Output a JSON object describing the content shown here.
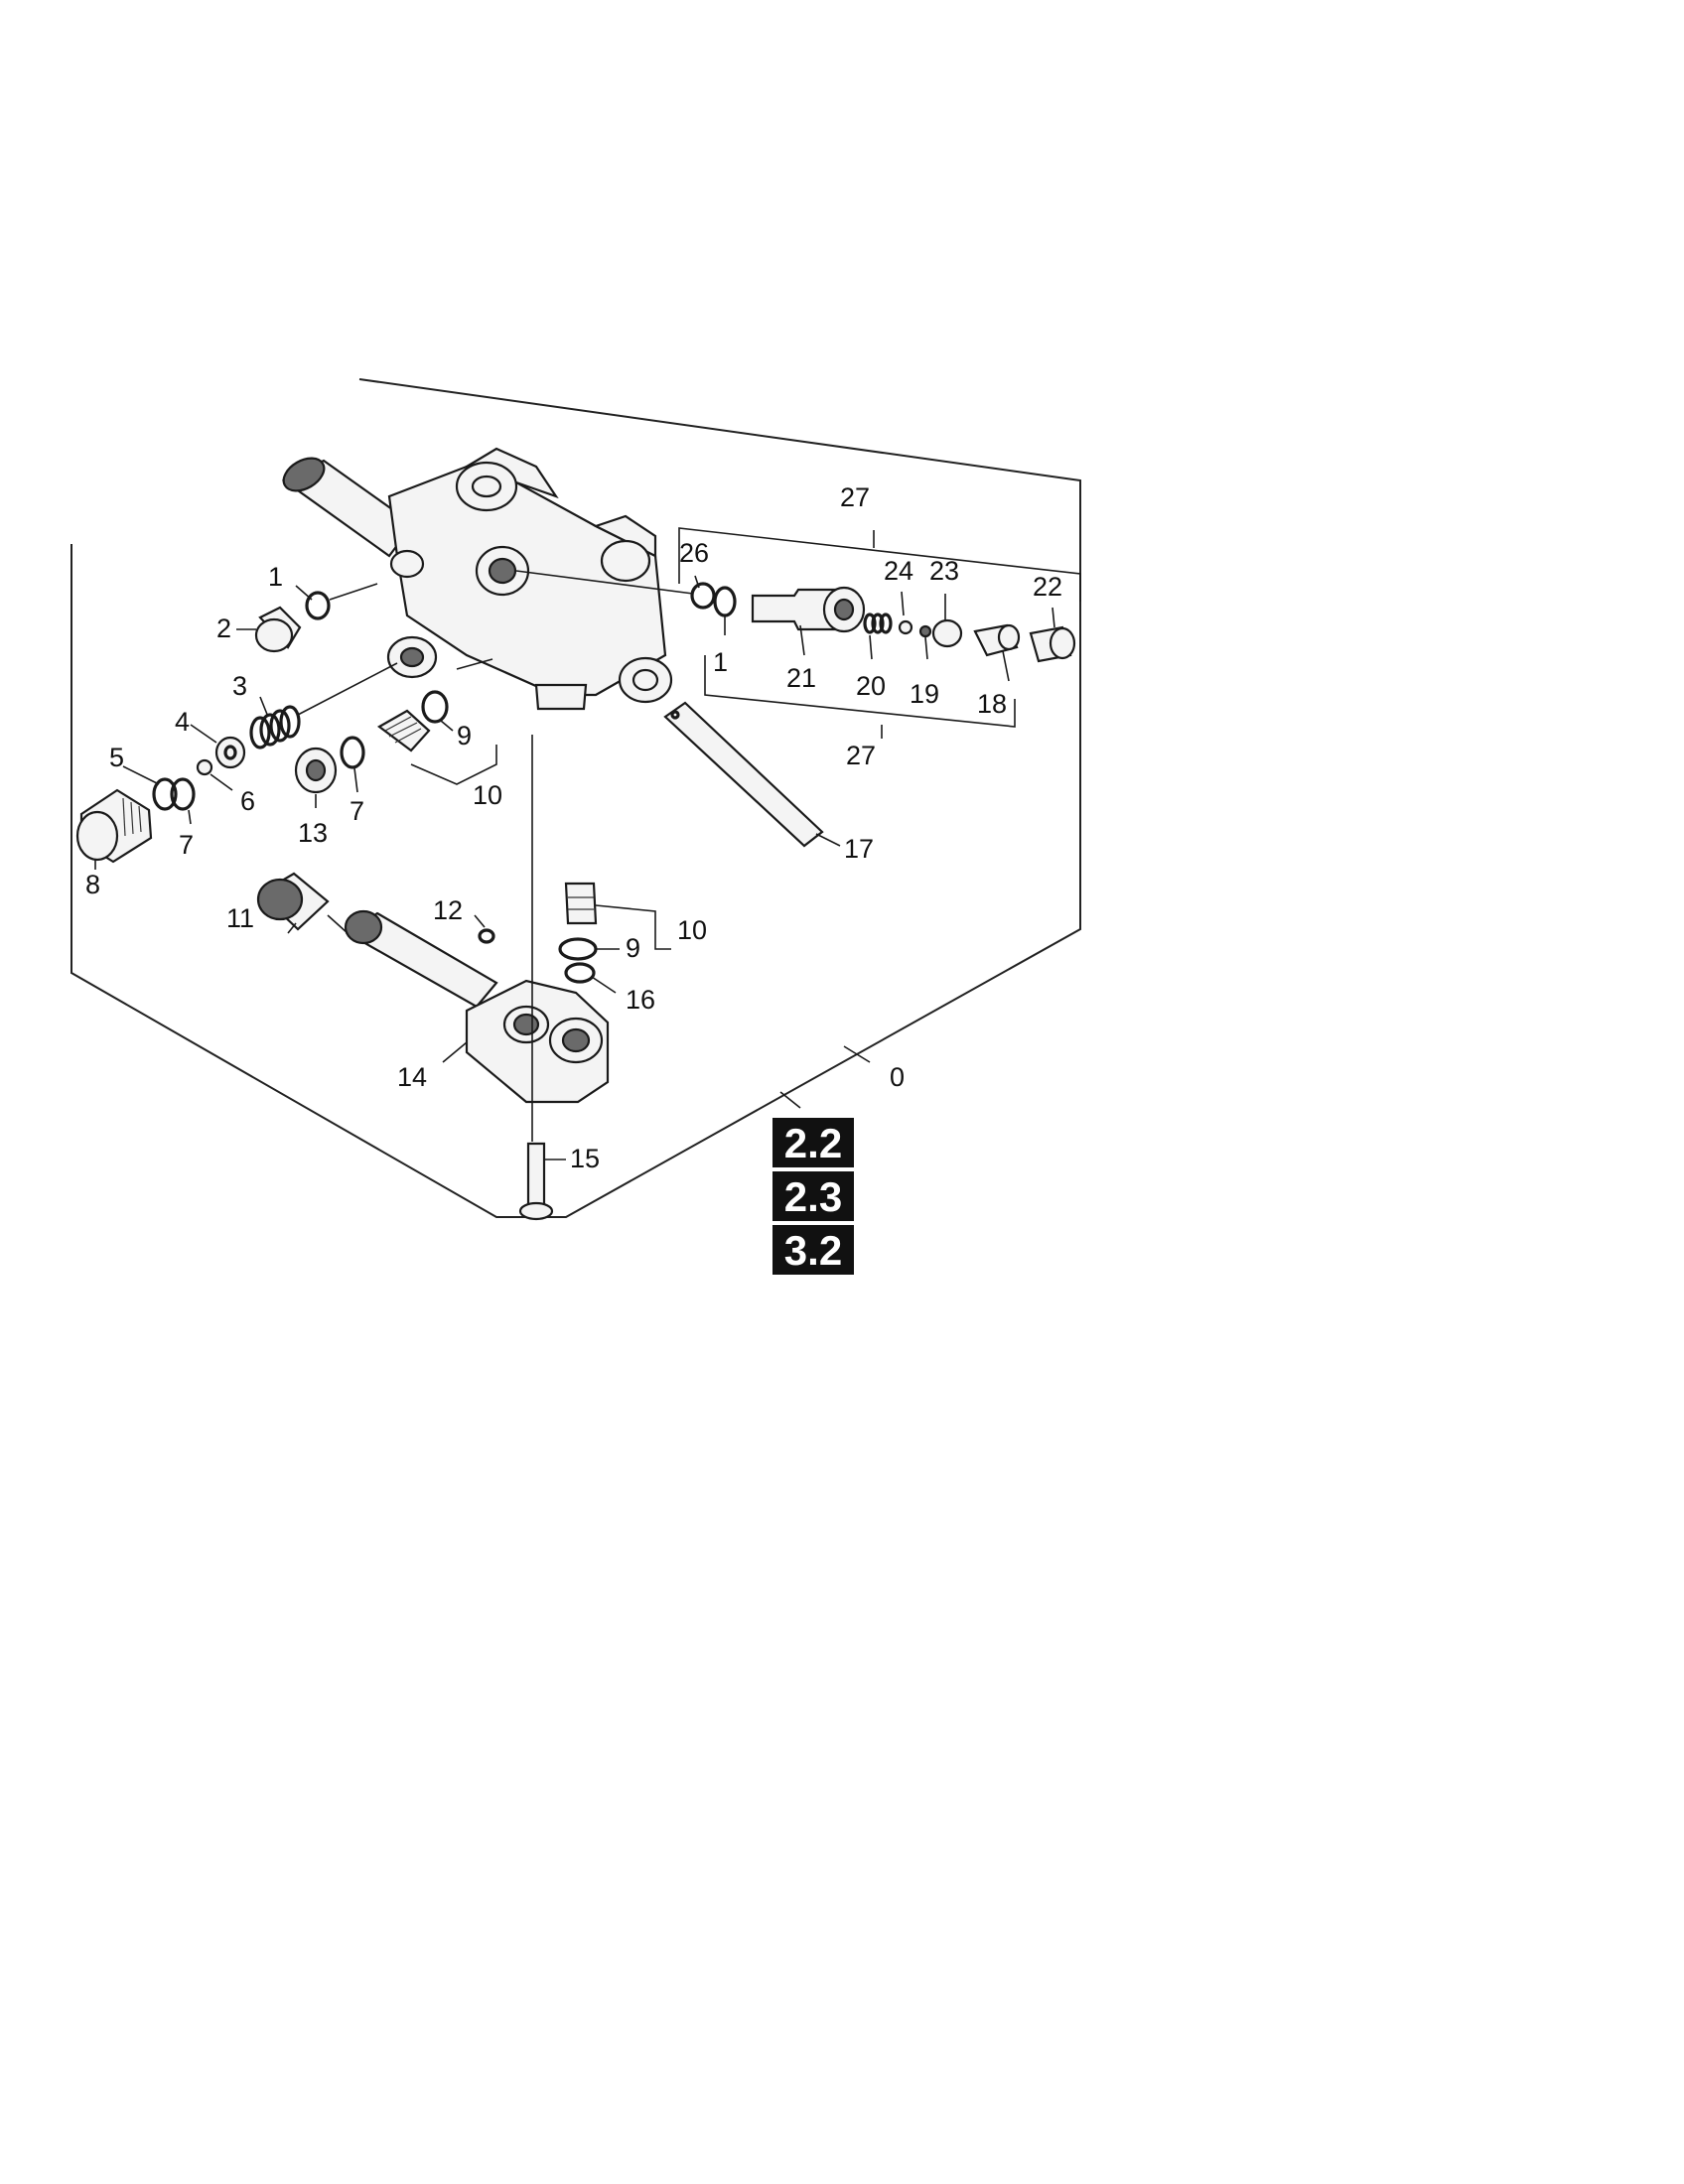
{
  "diagram": {
    "type": "exploded-parts-view",
    "callouts": [
      "0",
      "1",
      "1",
      "2",
      "3",
      "4",
      "5",
      "6",
      "7",
      "7",
      "8",
      "9",
      "9",
      "10",
      "10",
      "11",
      "12",
      "13",
      "14",
      "15",
      "16",
      "17",
      "18",
      "19",
      "20",
      "21",
      "22",
      "23",
      "24",
      "26",
      "27",
      "27"
    ],
    "badges": [
      "2.2",
      "2.3",
      "3.2"
    ]
  }
}
